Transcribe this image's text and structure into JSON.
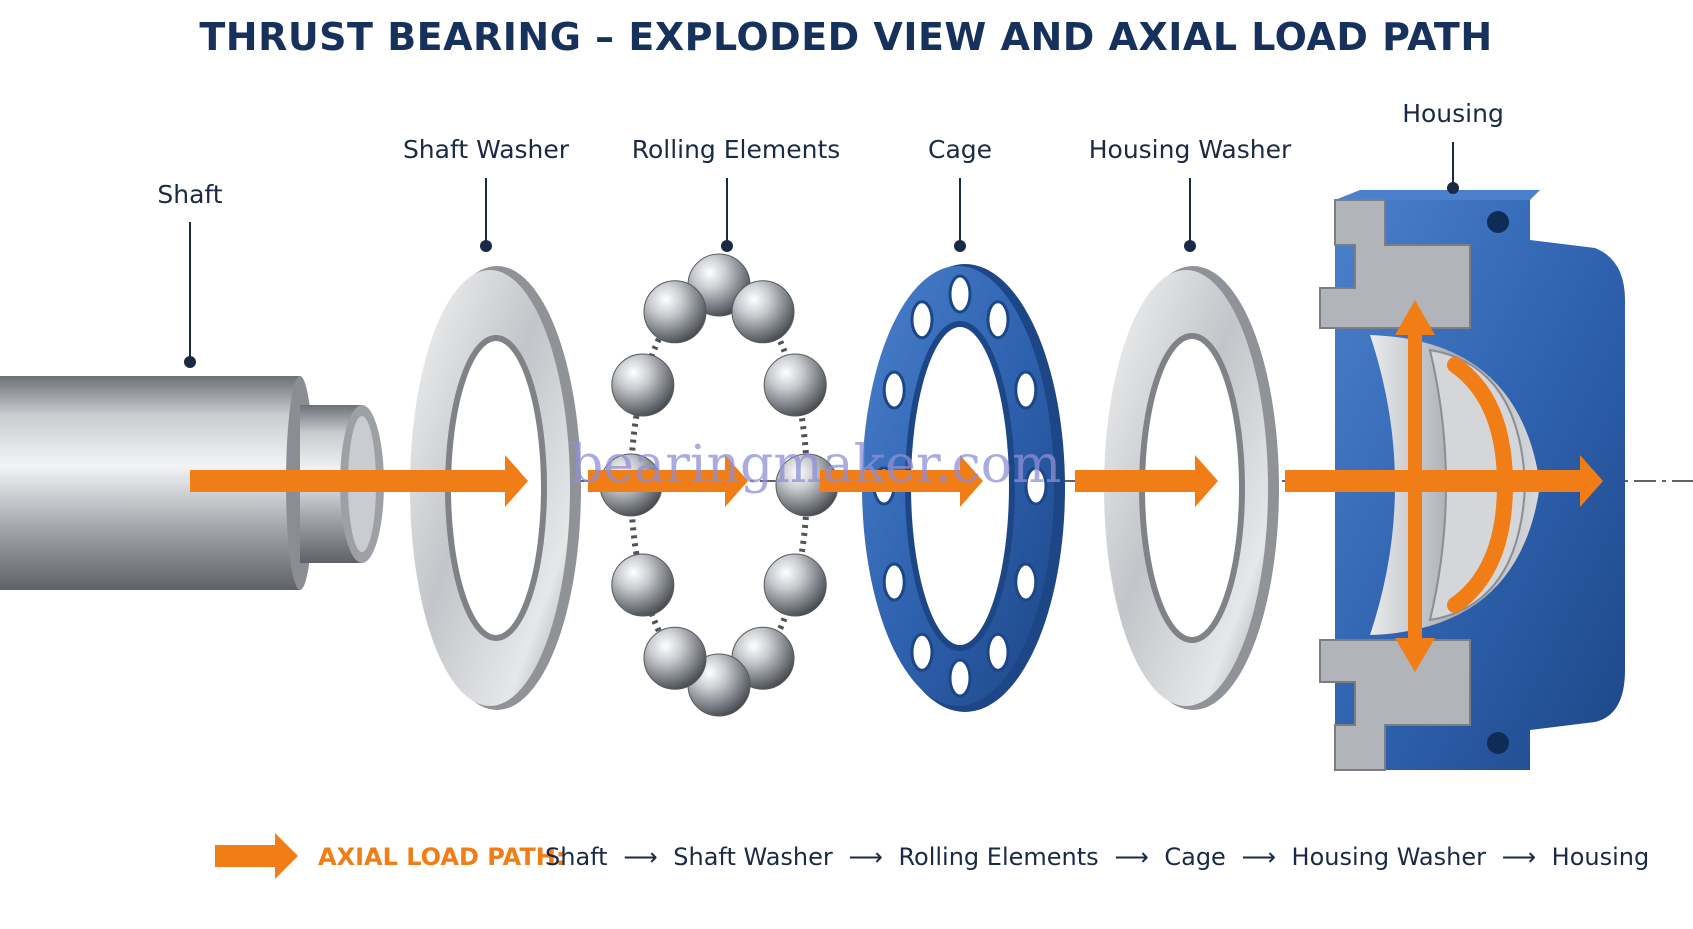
{
  "title": "THRUST BEARING – EXPLODED VIEW AND AXIAL LOAD PATH",
  "labels": {
    "shaft": "Shaft",
    "shaft_washer": "Shaft Washer",
    "rolling_elements": "Rolling Elements",
    "cage": "Cage",
    "housing_washer": "Housing Washer",
    "housing": "Housing"
  },
  "legend": {
    "title": "AXIAL LOAD PATH:",
    "steps": [
      "Shaft",
      "Shaft Washer",
      "Rolling Elements",
      "Cage",
      "Housing Washer",
      "Housing"
    ],
    "separator": "⟶"
  },
  "watermark": "bearingmaker.com",
  "colors": {
    "arrow": "#f07d16",
    "housing_blue": "#2f63b0",
    "title_navy": "#16325c",
    "steel": "#b9bcc0"
  }
}
